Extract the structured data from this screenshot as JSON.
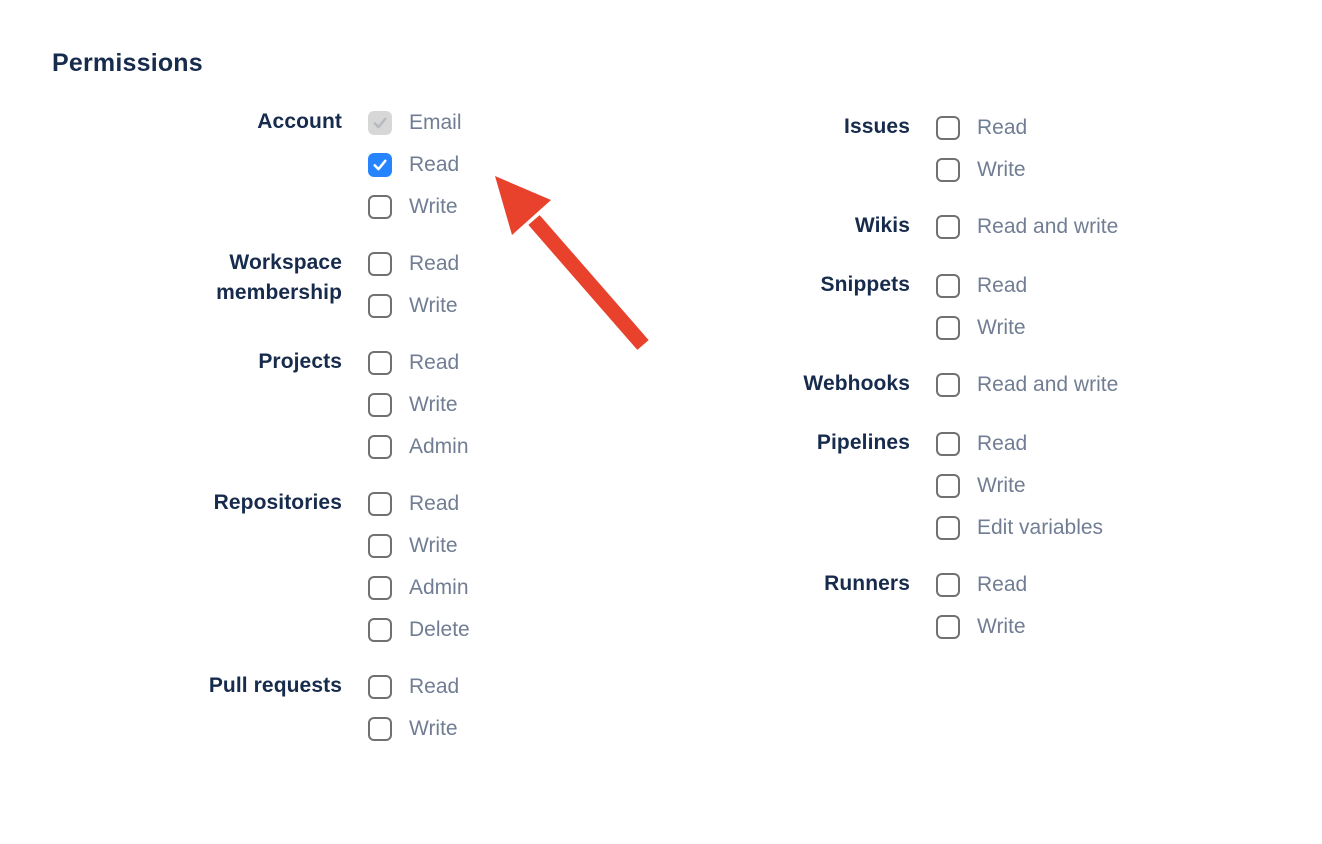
{
  "heading": "Permissions",
  "colors": {
    "heading_navy": "#172B4D",
    "option_grey": "#707D93",
    "checkbox_checked_blue": "#2684FF",
    "checkbox_disabled_grey": "#D7D7D7",
    "arrow_red": "#E8422D"
  },
  "columns": [
    {
      "groups": [
        {
          "label": "Account",
          "options": [
            {
              "label": "Email",
              "state": "checked-disabled"
            },
            {
              "label": "Read",
              "state": "checked"
            },
            {
              "label": "Write",
              "state": "unchecked"
            }
          ]
        },
        {
          "label": "Workspace membership",
          "options": [
            {
              "label": "Read",
              "state": "unchecked"
            },
            {
              "label": "Write",
              "state": "unchecked"
            }
          ]
        },
        {
          "label": "Projects",
          "options": [
            {
              "label": "Read",
              "state": "unchecked"
            },
            {
              "label": "Write",
              "state": "unchecked"
            },
            {
              "label": "Admin",
              "state": "unchecked"
            }
          ]
        },
        {
          "label": "Repositories",
          "options": [
            {
              "label": "Read",
              "state": "unchecked"
            },
            {
              "label": "Write",
              "state": "unchecked"
            },
            {
              "label": "Admin",
              "state": "unchecked"
            },
            {
              "label": "Delete",
              "state": "unchecked"
            }
          ]
        },
        {
          "label": "Pull requests",
          "options": [
            {
              "label": "Read",
              "state": "unchecked"
            },
            {
              "label": "Write",
              "state": "unchecked"
            }
          ]
        }
      ]
    },
    {
      "groups": [
        {
          "label": "Issues",
          "options": [
            {
              "label": "Read",
              "state": "unchecked"
            },
            {
              "label": "Write",
              "state": "unchecked"
            }
          ]
        },
        {
          "label": "Wikis",
          "options": [
            {
              "label": "Read and write",
              "state": "unchecked"
            }
          ]
        },
        {
          "label": "Snippets",
          "options": [
            {
              "label": "Read",
              "state": "unchecked"
            },
            {
              "label": "Write",
              "state": "unchecked"
            }
          ]
        },
        {
          "label": "Webhooks",
          "options": [
            {
              "label": "Read and write",
              "state": "unchecked"
            }
          ]
        },
        {
          "label": "Pipelines",
          "options": [
            {
              "label": "Read",
              "state": "unchecked"
            },
            {
              "label": "Write",
              "state": "unchecked"
            },
            {
              "label": "Edit variables",
              "state": "unchecked"
            }
          ]
        },
        {
          "label": "Runners",
          "options": [
            {
              "label": "Read",
              "state": "unchecked"
            },
            {
              "label": "Write",
              "state": "unchecked"
            }
          ]
        }
      ]
    }
  ]
}
